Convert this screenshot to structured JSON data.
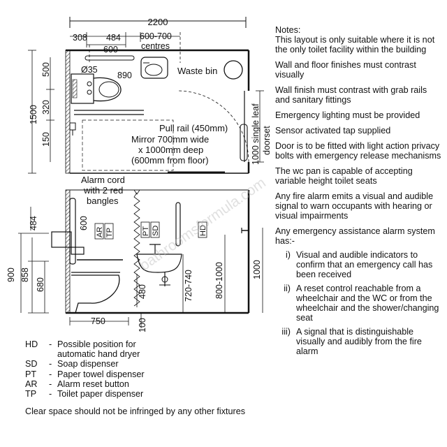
{
  "plan": {
    "overall_width": "2200",
    "dim_308": "308",
    "dim_484": "484",
    "dim_600_700": "600-700",
    "centres": "centres",
    "dim_600": "600",
    "dim_35": "Ø35",
    "dim_890": "890",
    "waste_bin": "Waste bin",
    "dim_500": "500",
    "dim_1500": "1500",
    "dim_320": "320",
    "dim_150": "150",
    "pull_rail": "Pull rail (450mm)",
    "mirror_1": "Mirror 700mm wide",
    "mirror_2": "x 1000mm deep",
    "mirror_3": "(600mm from floor)",
    "door_1": "1000 single leaf",
    "door_2": "doorset"
  },
  "elevation": {
    "alarm_1": "Alarm cord",
    "alarm_2": "with 2 red",
    "alarm_3": "bangles",
    "dim_484": "484",
    "dim_600": "600",
    "dim_900": "900",
    "dim_858": "858",
    "dim_680": "680",
    "dim_480": "480",
    "dim_720_740": "720-740",
    "dim_800_1000": "800-1000",
    "dim_1000": "1000",
    "dim_750": "750",
    "dim_100": "100",
    "ar": "AR",
    "tp": "TP",
    "pt": "PT",
    "sd": "SD",
    "hd": "HD"
  },
  "legend": [
    {
      "key": "HD",
      "text": "Possible position for",
      "text2": "automatic hand dryer"
    },
    {
      "key": "SD",
      "text": "Soap dispenser"
    },
    {
      "key": "PT",
      "text": "Paper towel dispenser"
    },
    {
      "key": "AR",
      "text": "Alarm reset button"
    },
    {
      "key": "TP",
      "text": "Toilet paper dispenser"
    }
  ],
  "clear_space": "Clear space should not be infringed by any other fixtures",
  "notes": {
    "title": "Notes:",
    "n1": "This layout is only suitable where it is not the only toilet facility within the building",
    "n2": "Wall and floor finishes must contrast visually",
    "n3": "Wall finish must contrast with grab rails and sanitary fittings",
    "n4": "Emergency lighting must be provided",
    "n5": "Sensor activated tap supplied",
    "n6": "Door is to be fitted with light action privacy bolts with emergency release mechanisms",
    "n7": "The wc pan is capable of accepting variable height toilet seats",
    "n8": "Any fire alarm emits a visual and audible signal to warn occupants with hearing or visual impairments",
    "n9": "Any emergency assistance alarm system has:-",
    "s1_num": "i)",
    "s1": "Visual and audible indicators to confirm that an emergency call has been received",
    "s2_num": "ii)",
    "s2": "A reset control reachable from a wheelchair and the WC or from the wheelchair and the shower/changing seat",
    "s3_num": "iii)",
    "s3": "A signal that is distinguishable visually and audibly from the fire alarm"
  },
  "watermark": "bathroomsformula.com"
}
